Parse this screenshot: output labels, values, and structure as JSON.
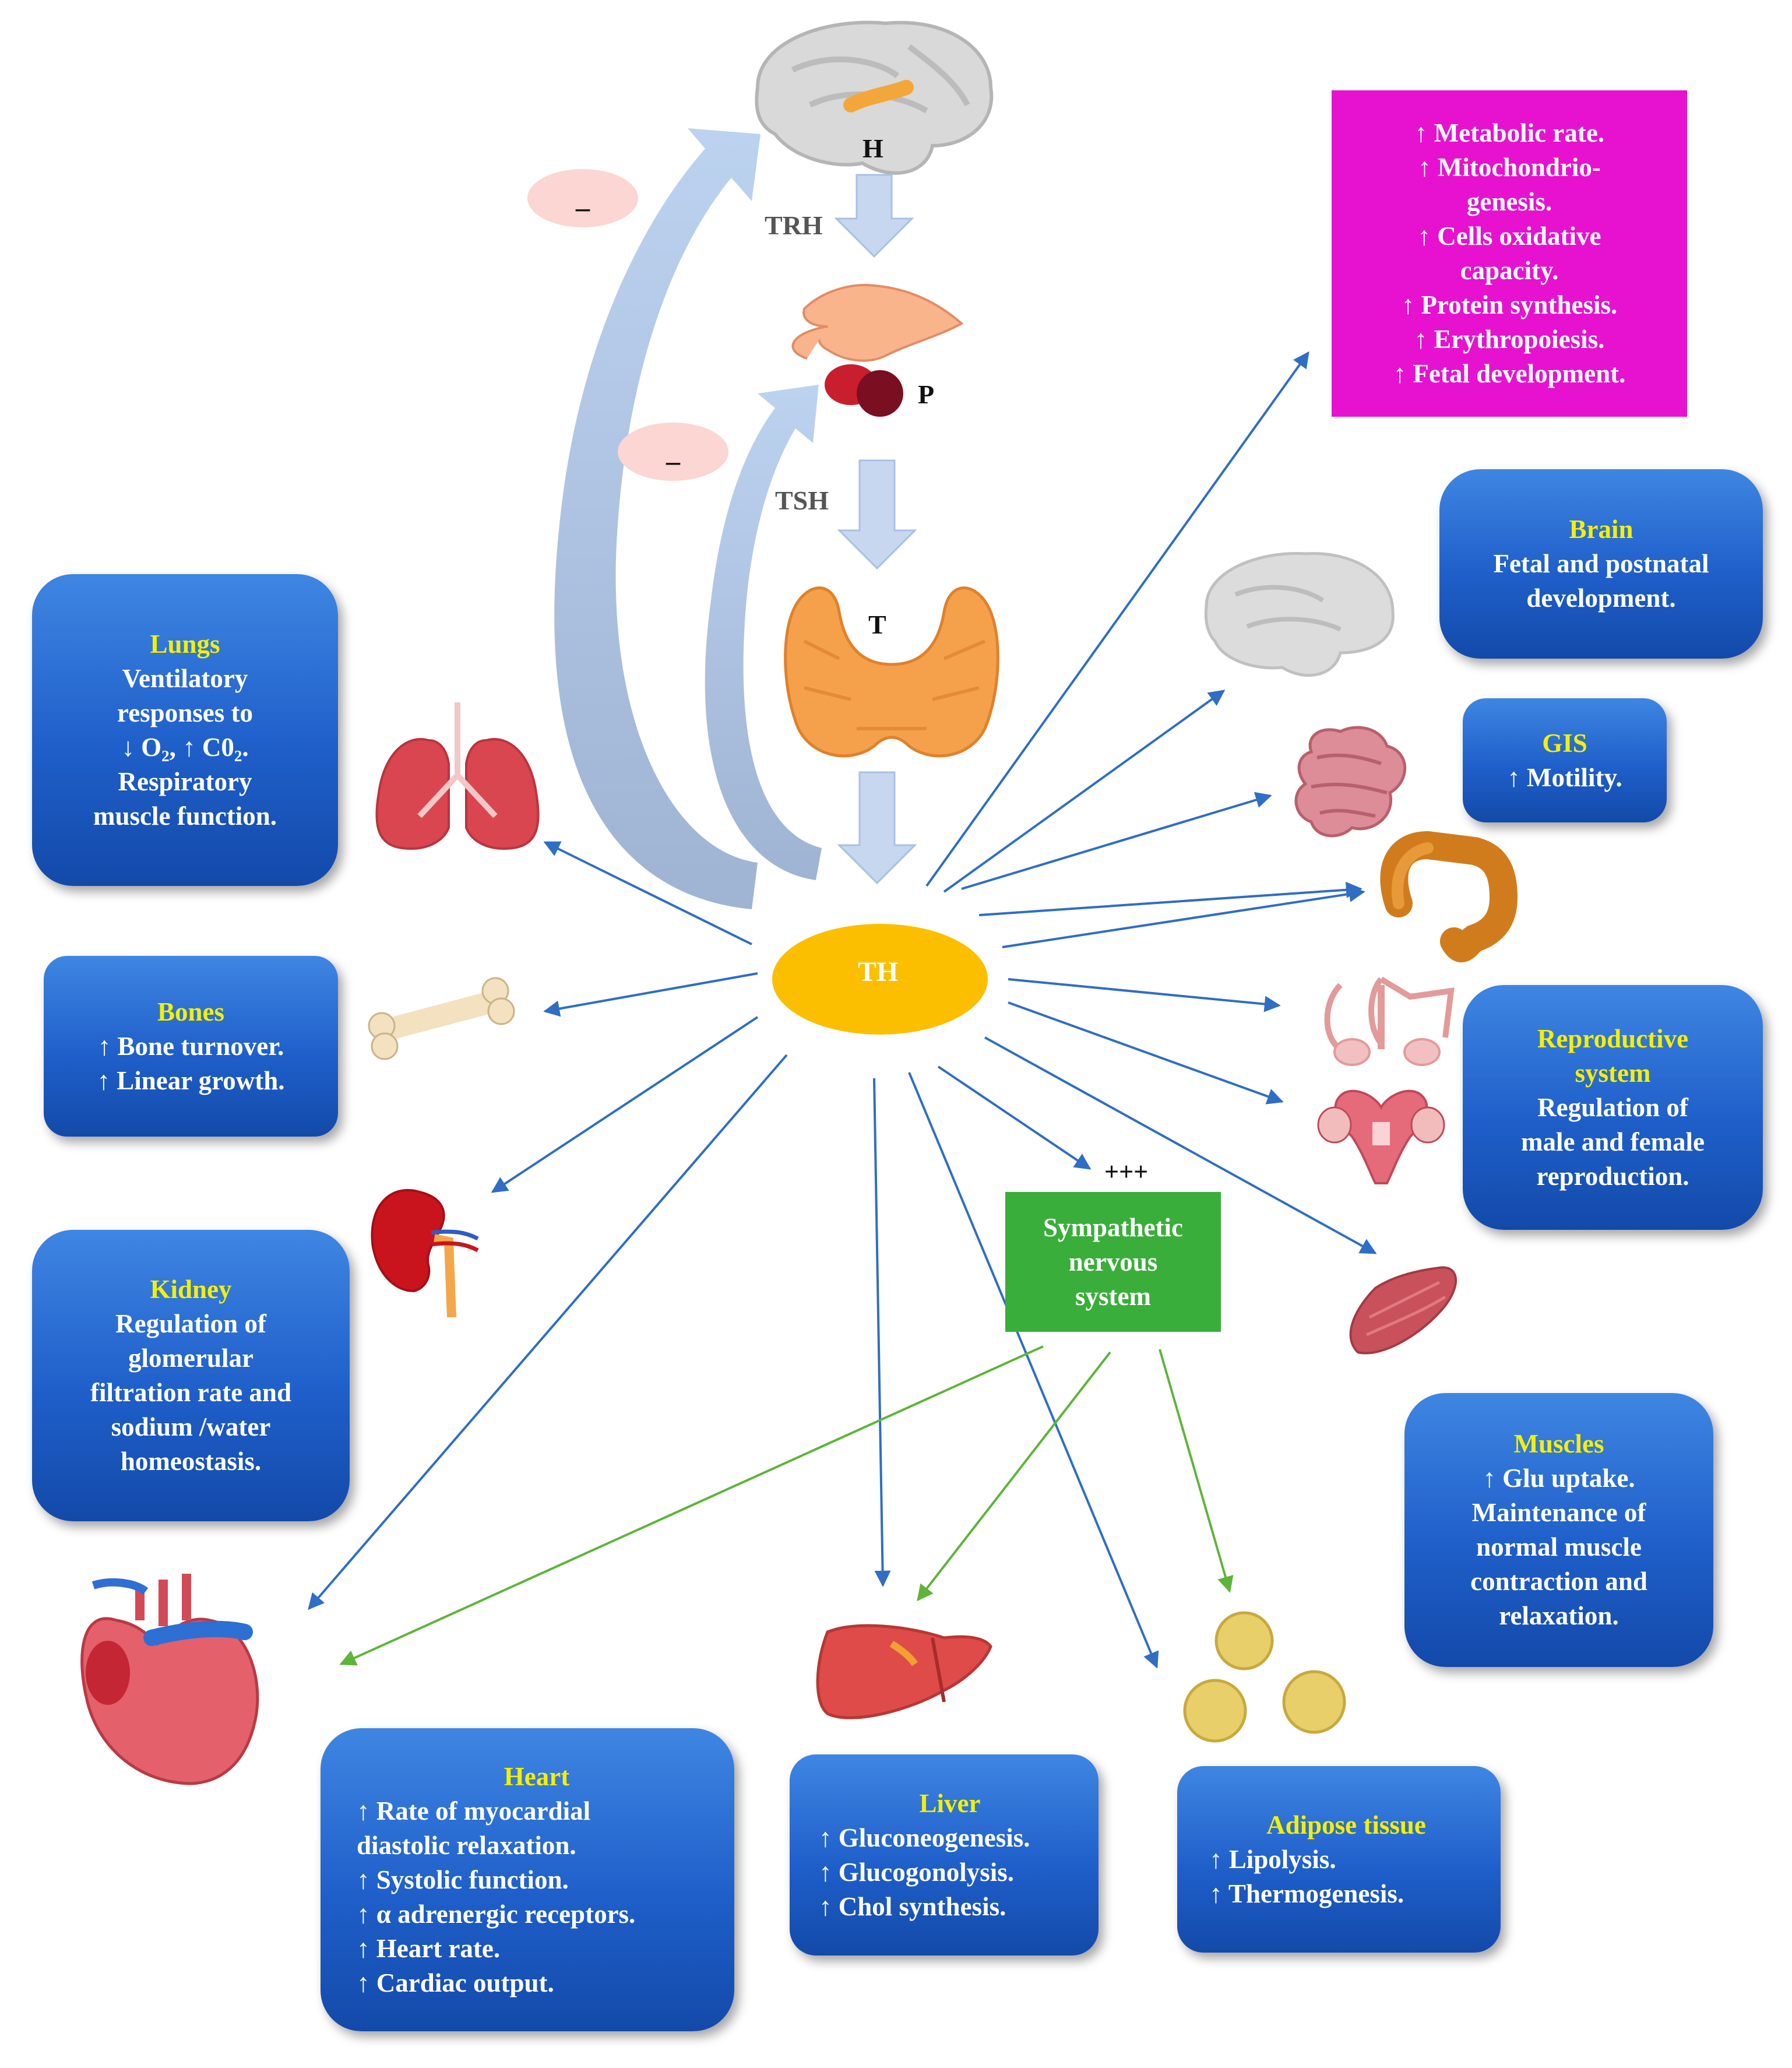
{
  "axis": {
    "hypothalamus": "H",
    "trh": "TRH",
    "pituitary": "P",
    "tsh": "TSH",
    "thyroid": "T",
    "hormone": "TH",
    "feedback_sign": "_",
    "sympathetic_sign": "+++"
  },
  "metabolic": {
    "lines": [
      "↑ Metabolic rate.",
      "↑ Mitochondrio-",
      "genesis.",
      "↑ Cells oxidative",
      "capacity.",
      "↑ Protein synthesis.",
      "↑ Erythropoiesis.",
      "↑ Fetal development."
    ]
  },
  "brain": {
    "title": "Brain",
    "lines": [
      "Fetal and  postnatal",
      "development."
    ]
  },
  "gis": {
    "title": "GIS",
    "lines": [
      "↑ Motility."
    ]
  },
  "reproductive": {
    "title_lines": [
      "Reproductive",
      "system"
    ],
    "lines": [
      "Regulation of",
      "male and  female",
      "reproduction."
    ]
  },
  "muscles": {
    "title": "Muscles",
    "lines": [
      "↑ Glu uptake.",
      "Maintenance of",
      "normal muscle",
      "contraction and",
      "relaxation."
    ]
  },
  "lungs": {
    "title": "Lungs",
    "lines": [
      "Ventilatory",
      "responses to",
      "↓ O₂, ↑ C0₂.",
      "Respiratory",
      "muscle function."
    ]
  },
  "bones": {
    "title": "Bones",
    "lines": [
      "↑ Bone turnover.",
      "↑ Linear growth."
    ]
  },
  "kidney": {
    "title": "Kidney",
    "lines": [
      "Regulation of",
      "glomerular",
      "filtration rate and",
      "sodium /water",
      "homeostasis."
    ]
  },
  "sympathetic": {
    "lines": [
      "Sympathetic",
      "nervous",
      "system"
    ]
  },
  "heart": {
    "title": "Heart",
    "lines": [
      "↑ Rate of myocardial",
      "diastolic relaxation.",
      "↑ Systolic function.",
      "↑ α adrenergic receptors.",
      "↑ Heart rate.",
      "↑ Cardiac output."
    ]
  },
  "liver": {
    "title": "Liver",
    "lines": [
      "↑ Gluconeogenesis.",
      "↑ Glucogonolysis.",
      "↑ Chol  synthesis."
    ]
  },
  "adipose": {
    "title": "Adipose tissue",
    "lines": [
      "↑ Lipolysis.",
      "↑ Thermogenesis."
    ]
  },
  "colors": {
    "box_blue": "#1f5fca",
    "box_title": "#f4f000",
    "magenta": "#e612d0",
    "sympathetic_green": "#3aae3a",
    "th_yellow": "#fbbf00",
    "arrow_blue": "#2f6ec4",
    "arrow_green": "#5fb43a",
    "axis_arrow": "#c6d7ef"
  }
}
